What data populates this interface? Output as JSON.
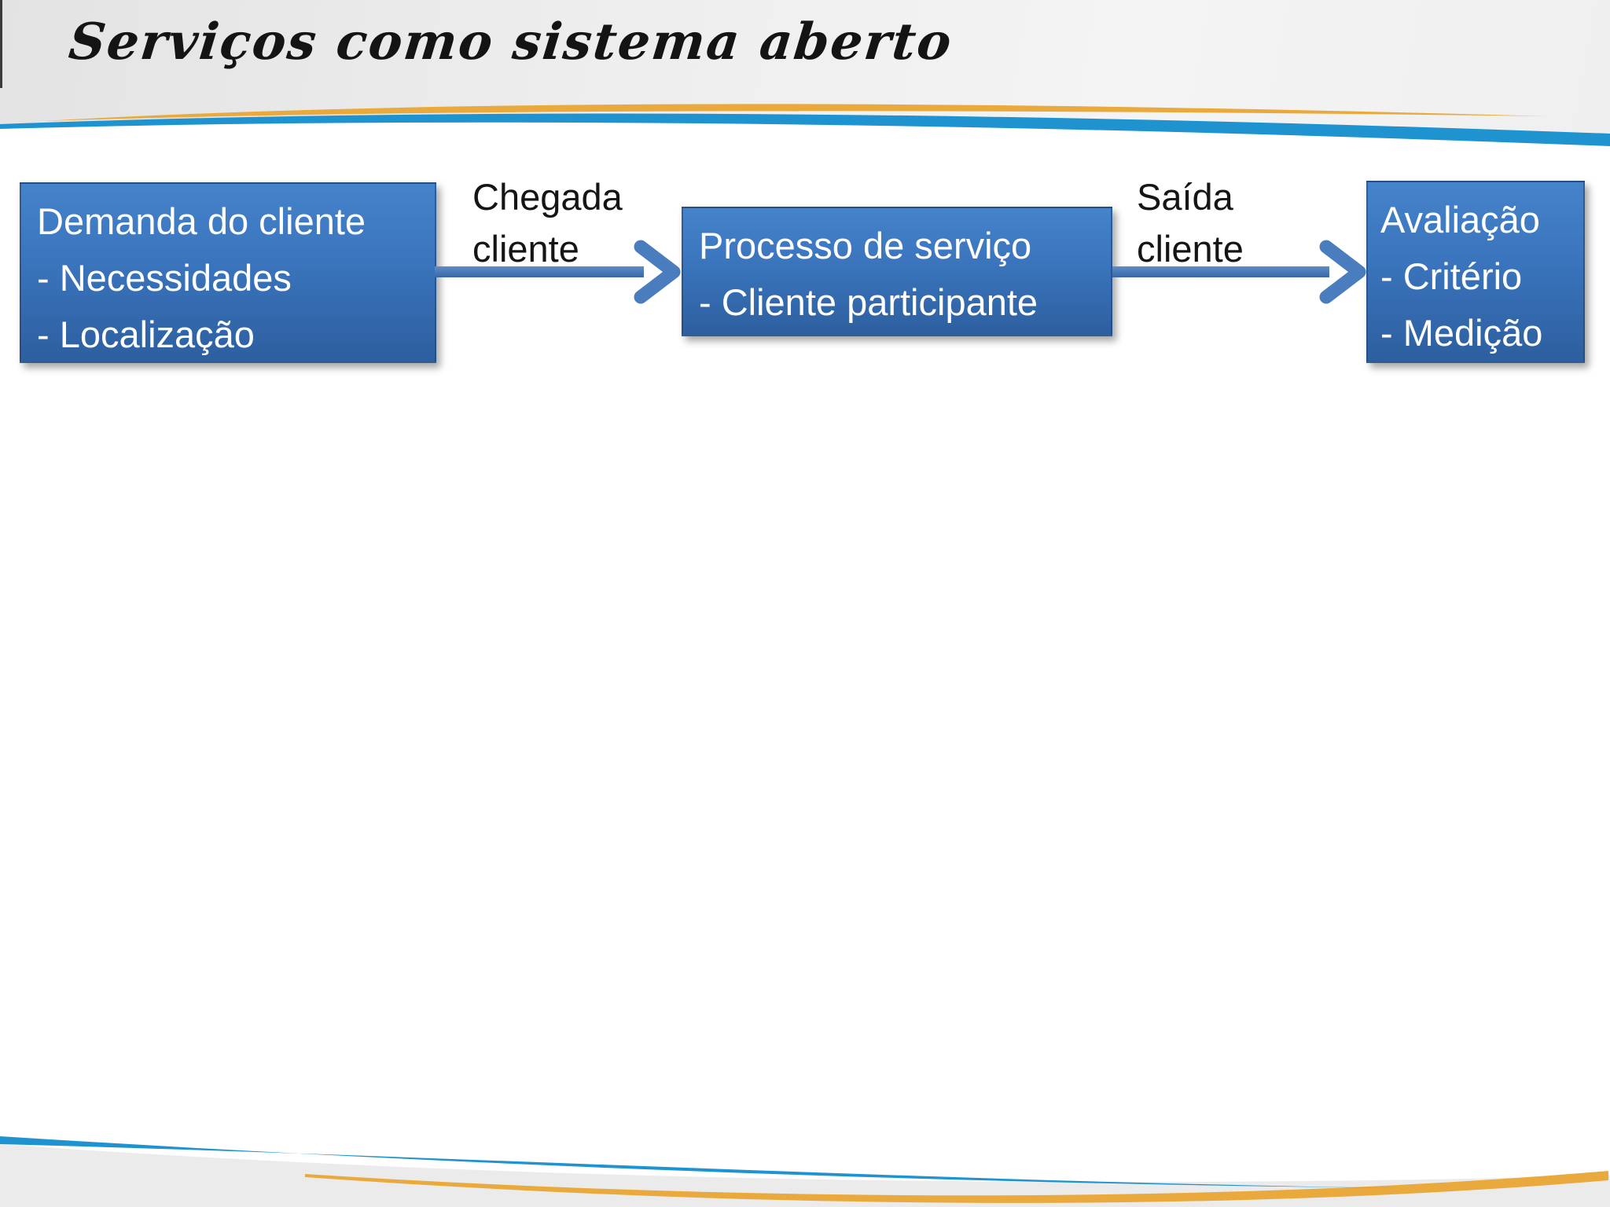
{
  "slide": {
    "title": "Serviços como sistema aberto"
  },
  "diagram": {
    "boxes": [
      {
        "title": "Demanda do cliente",
        "bullets": [
          "- Necessidades",
          "- Localização"
        ]
      },
      {
        "title": "Processo de serviço",
        "bullets": [
          "- Cliente participante"
        ]
      },
      {
        "title": "Avaliação",
        "bullets": [
          "- Critério",
          "- Medição"
        ]
      }
    ],
    "arrows": [
      {
        "label_line1": "Chegada",
        "label_line2": "cliente"
      },
      {
        "label_line1": "Saída",
        "label_line2": "cliente"
      }
    ]
  },
  "colors": {
    "box_blue_top": "#4583ca",
    "box_blue_bottom": "#2d5f9f",
    "arrow_blue": "#4a7dbd",
    "swoosh_blue": "#1f93d0",
    "swoosh_gold": "#e9a93c",
    "header_gray": "#ededed",
    "footer_gray": "#ebebeb",
    "text_white": "#ffffff",
    "text_black": "#151515"
  }
}
